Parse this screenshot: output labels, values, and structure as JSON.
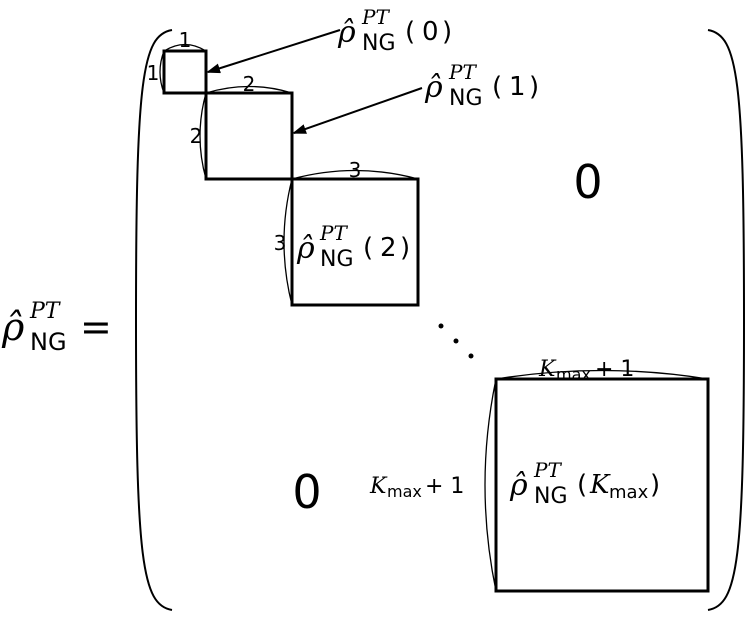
{
  "lhs": {
    "symbol": "ρ̂",
    "sup": "PT",
    "sub": "NG",
    "equals": "="
  },
  "blocks": [
    {
      "size_label": "1",
      "arg": "0"
    },
    {
      "size_label": "2",
      "arg": "1"
    },
    {
      "size_label": "3",
      "arg": "2"
    },
    {
      "size_label_var": "K",
      "size_label_sub": "max",
      "size_label_rest": " + 1",
      "arg_var": "K",
      "arg_sub": "max"
    }
  ],
  "zero_upper": "0",
  "zero_lower": "0",
  "dots": "· · ·",
  "labels": {
    "sym": "ρ̂",
    "sup": "PT",
    "sub": "NG",
    "open": "(",
    "close": ")"
  }
}
